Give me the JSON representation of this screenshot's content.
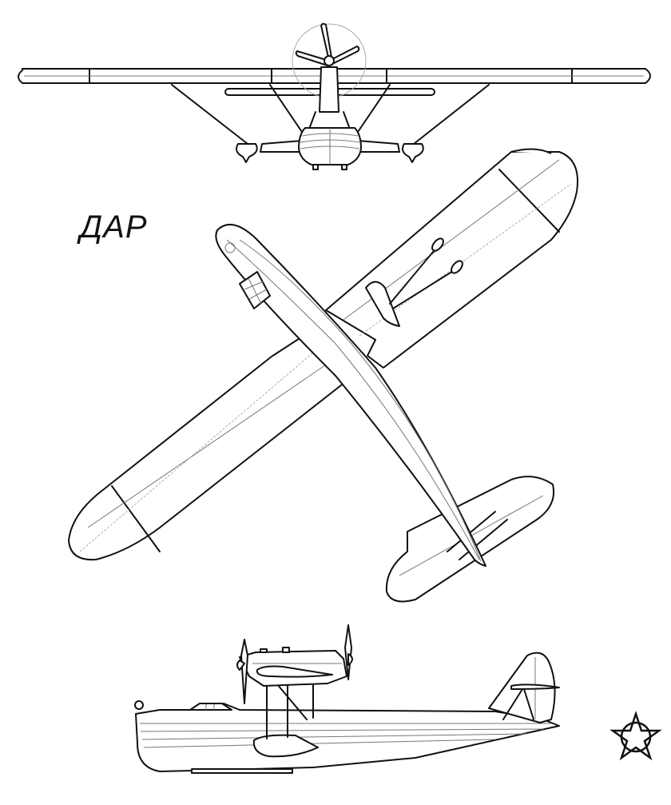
{
  "title": "ДАР",
  "views": {
    "front": {
      "label": "front-view"
    },
    "top": {
      "label": "top-view"
    },
    "side": {
      "label": "side-view"
    }
  },
  "emblem": {
    "name": "star-in-circle-emblem"
  },
  "colors": {
    "line": "#111111",
    "background": "#ffffff",
    "construction": "#999999"
  }
}
